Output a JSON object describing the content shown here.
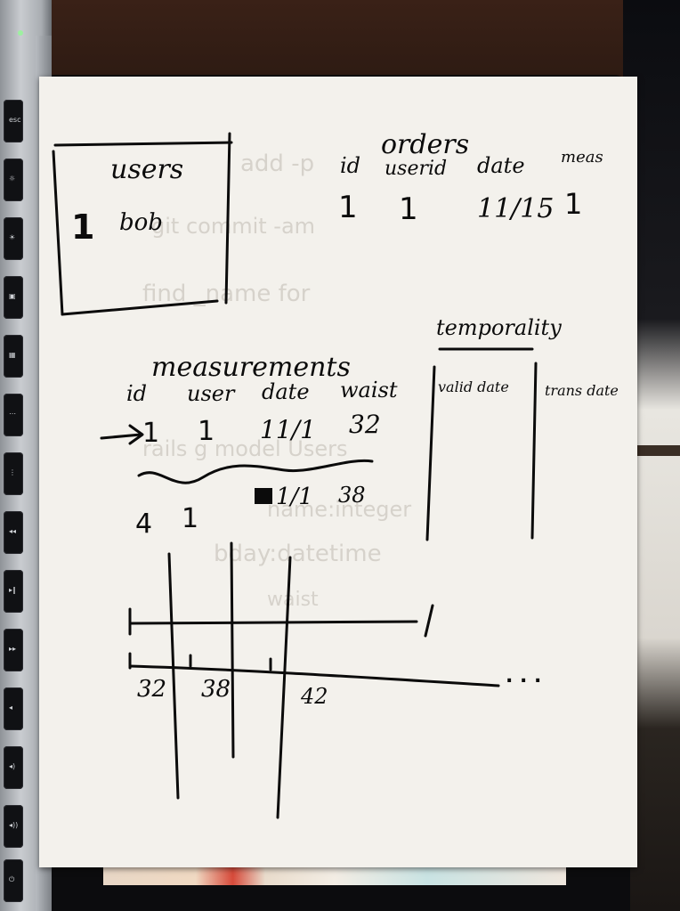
{
  "sketch": {
    "users_table": {
      "title": "users",
      "row_id": "1",
      "row_name": "bob"
    },
    "orders_table": {
      "title": "orders",
      "headers": [
        "id",
        "userid",
        "date",
        "meas"
      ],
      "row": [
        "1",
        "1",
        "11/15",
        "1"
      ]
    },
    "temporality": {
      "title": "temporality",
      "columns": [
        "valid date",
        "trans date"
      ]
    },
    "measurements_table": {
      "title": "measurements",
      "headers": [
        "id",
        "user",
        "date",
        "waist"
      ],
      "row1": [
        "1",
        "1",
        "11/1",
        "32"
      ],
      "row2": [
        "4",
        "1",
        "1/1",
        "38"
      ]
    },
    "timeline": {
      "tick_labels": [
        "32",
        "38",
        "42"
      ],
      "ellipsis": ". . ."
    },
    "ghost_text": [
      "add -p",
      "git commit -am",
      "find _name for",
      "rails g model Users",
      "name:integer",
      "bday:datetime",
      "waist"
    ]
  },
  "colors": {
    "paper": "#f3f1ec",
    "ink": "#0b0b0b"
  }
}
